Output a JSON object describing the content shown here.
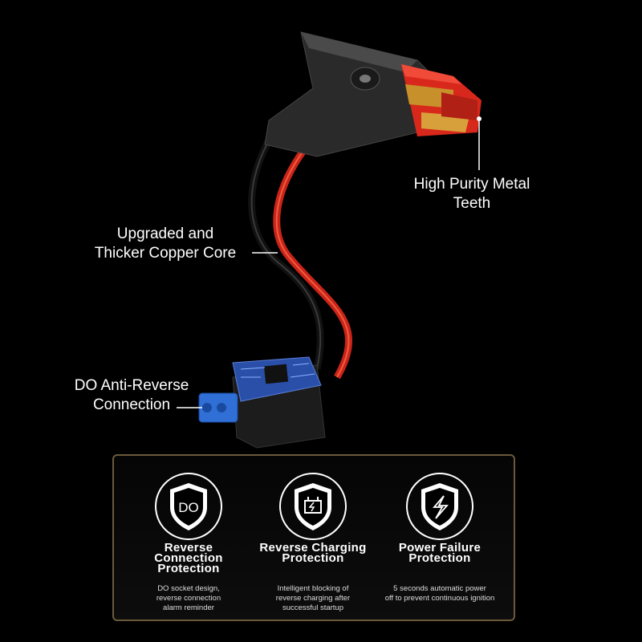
{
  "callouts": {
    "teeth": [
      "High Purity Metal",
      "Teeth"
    ],
    "copper": [
      "Upgraded and",
      "Thicker Copper Core"
    ],
    "anti_reverse": [
      "DO Anti-Reverse",
      "Connection"
    ]
  },
  "features": [
    {
      "icon": "shield-do-icon",
      "icon_text": "DO",
      "title": [
        "Reverse",
        "Connection",
        "Protection"
      ],
      "desc": [
        "DO socket design,",
        "reverse connection",
        "alarm reminder"
      ]
    },
    {
      "icon": "shield-battery-icon",
      "title": [
        "Reverse Charging",
        "Protection"
      ],
      "desc": [
        "Intelligent blocking of",
        "reverse charging after",
        "successful startup"
      ]
    },
    {
      "icon": "shield-lightning-icon",
      "title": [
        "Power Failure",
        "Protection"
      ],
      "desc": [
        "5 seconds automatic power",
        "off to prevent continuous ignition"
      ]
    }
  ],
  "colors": {
    "clamp_red": "#d8281c",
    "clamp_black": "#2a2a2a",
    "pcb_blue": "#2a4fa8",
    "connector_blue": "#2f6fd6",
    "border": "#6b5a3a"
  }
}
